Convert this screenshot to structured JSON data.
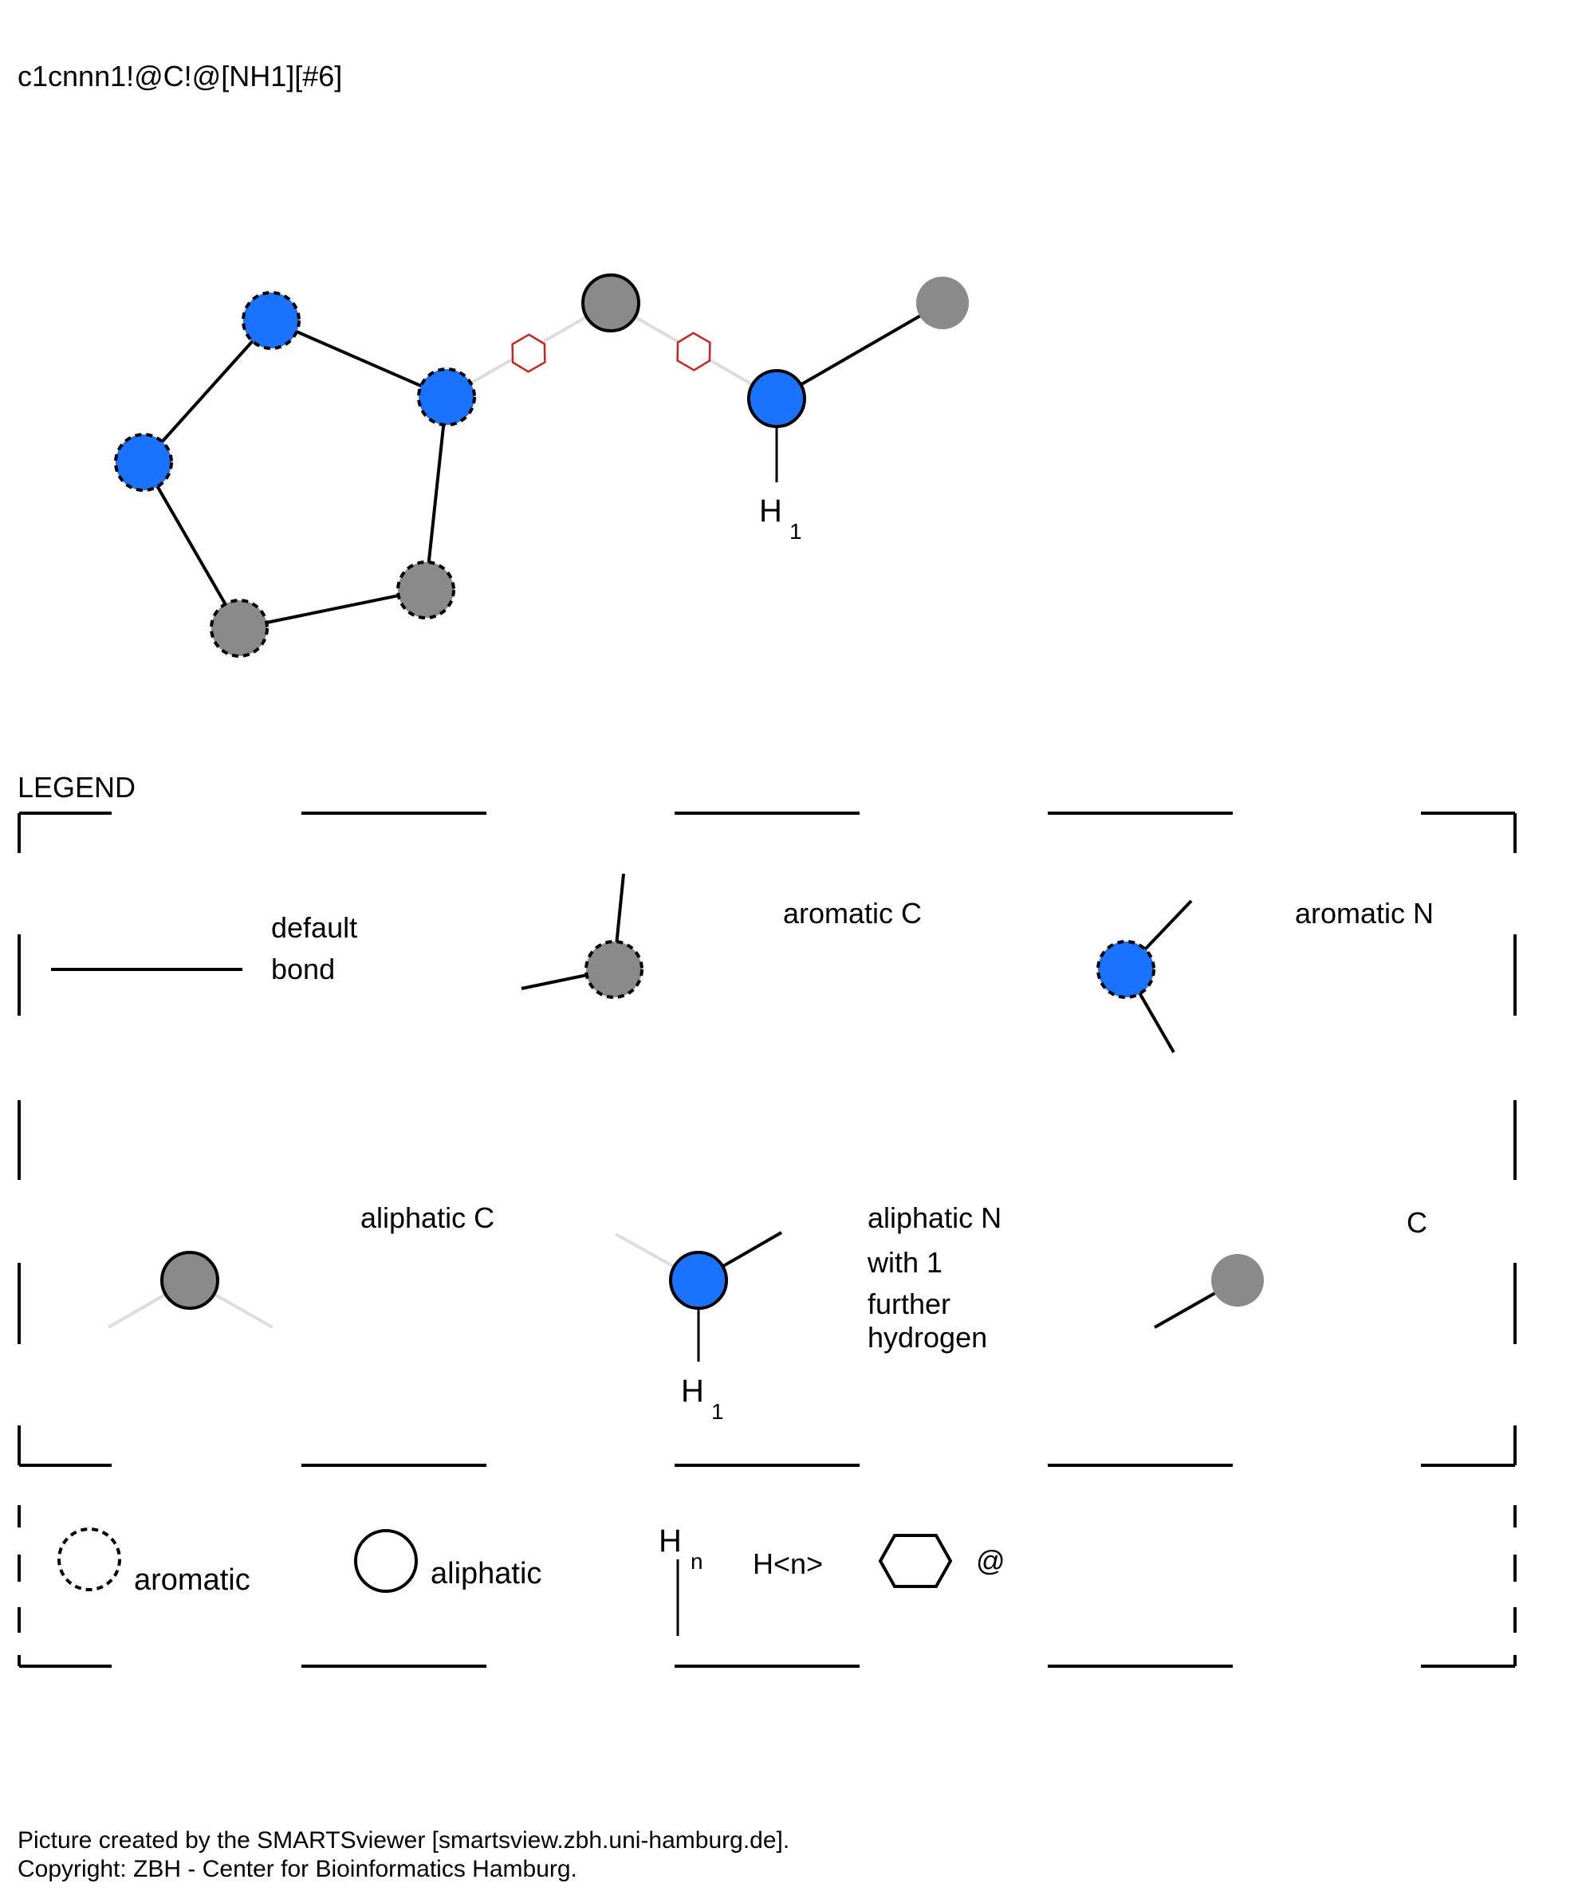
{
  "smarts": "c1cnnn1!@C!@[NH1][#6]",
  "colors": {
    "nitrogen": "#1a73ff",
    "carbon": "#8a8a8a",
    "ring_bond_marker": "#cc2222",
    "faded_bond": "#dddddd"
  },
  "molecule": {
    "atoms": [
      {
        "id": "a1",
        "element": "N",
        "aromatic": true
      },
      {
        "id": "a2",
        "element": "N",
        "aromatic": true
      },
      {
        "id": "a3",
        "element": "N",
        "aromatic": true
      },
      {
        "id": "a4",
        "element": "C",
        "aromatic": true
      },
      {
        "id": "a5",
        "element": "C",
        "aromatic": true
      },
      {
        "id": "a6",
        "element": "C",
        "aromatic": false
      },
      {
        "id": "a7",
        "element": "N",
        "aromatic": false,
        "hydrogens": "1"
      },
      {
        "id": "a8",
        "element": "C",
        "aromatic": false,
        "generic": true
      }
    ],
    "bonds": [
      {
        "from": "a1",
        "to": "a2",
        "type": "default"
      },
      {
        "from": "a2",
        "to": "a3",
        "type": "default"
      },
      {
        "from": "a3",
        "to": "a5",
        "type": "default"
      },
      {
        "from": "a5",
        "to": "a4",
        "type": "default"
      },
      {
        "from": "a4",
        "to": "a1",
        "type": "default"
      },
      {
        "from": "a3",
        "to": "a6",
        "type": "not-ring"
      },
      {
        "from": "a6",
        "to": "a7",
        "type": "not-ring"
      },
      {
        "from": "a7",
        "to": "a8",
        "type": "default"
      }
    ],
    "h_label": "H",
    "h_count": "1"
  },
  "legend": {
    "title": "LEGEND",
    "default_bond_line1": "default",
    "default_bond_line2": "bond",
    "aromatic_c": "aromatic C",
    "aromatic_n": "aromatic N",
    "aliphatic_c": "aliphatic C",
    "aliphatic_n_line1": "aliphatic N",
    "aliphatic_n_line2": "with 1",
    "aliphatic_n_line3": "further",
    "aliphatic_n_line4": "hydrogen",
    "h_label": "H",
    "h_count": "1",
    "generic_c": "C",
    "aromatic": "aromatic",
    "aliphatic": "aliphatic",
    "hn_h": "H",
    "hn_n": "n",
    "hn_text": "H<n>",
    "ring_symbol": "@"
  },
  "footer": {
    "line1": "Picture created by the SMARTSviewer [smartsview.zbh.uni-hamburg.de].",
    "line2": "Copyright: ZBH - Center for Bioinformatics Hamburg."
  }
}
